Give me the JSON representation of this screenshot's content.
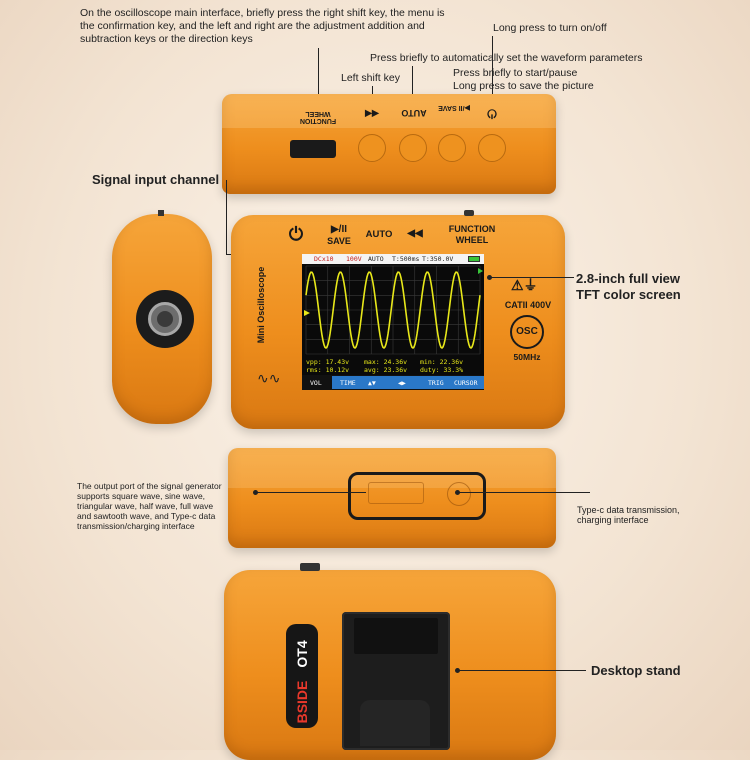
{
  "annotations": {
    "function_wheel_desc": "On the oscilloscope main interface, briefly press the right shift key, the menu is the confirmation key, and the left and right are the adjustment addition and subtraction keys or the direction keys",
    "power_desc": "Long press to turn on/off",
    "auto_desc": "Press briefly to automatically set the waveform parameters",
    "left_shift_desc": "Left shift key",
    "run_desc_1": "Press briefly to start/pause",
    "run_desc_2": "Long press to save the picture",
    "signal_input": "Signal input channel",
    "screen_desc_1": "2.8-inch full view",
    "screen_desc_2": "TFT color screen",
    "output_port_desc": "The output port of the signal generator supports square wave, sine wave, triangular wave, half wave, full wave and sawtooth wave, and Type-c data transmission/charging interface",
    "typec_desc_1": "Type-c data transmission,",
    "typec_desc_2": "charging interface",
    "stand_desc": "Desktop stand"
  },
  "top_view": {
    "function_wheel": "FUNCTION WHEEL",
    "left_shift": "◀◀",
    "auto": "AUTO",
    "run_save": "▶/II SAVE",
    "power": "⏻"
  },
  "front_panel": {
    "power_icon": "⏻",
    "run_label": "▶/II",
    "save_label": "SAVE",
    "auto_label": "AUTO",
    "left_shift_label": "◀◀",
    "function_label_1": "FUNCTION",
    "function_label_2": "WHEEL",
    "side_label": "Mini Oscilloscope",
    "catii": "CATII 400V",
    "osc": "OSC",
    "freq": "50MHz"
  },
  "screen": {
    "top_bar": [
      "DCx10",
      "100V",
      "AUTO",
      "T:500ms",
      "T:350.0V"
    ],
    "stats": {
      "vpp": "vpp: 17.43v",
      "max": "max: 24.36v",
      "min": "min: 22.36v",
      "rms": "rms: 10.12v",
      "avg": "avg: 23.36v",
      "duty": "duty: 33.3%"
    },
    "menu": [
      "VOL",
      "TIME",
      "▲▼",
      "◀▶",
      "TRIG",
      "CURSOR"
    ]
  },
  "stand": {
    "brand": "BSIDE",
    "model": "OT4"
  },
  "colors": {
    "body_orange": "#ee8e1d",
    "trace_yellow": "#e8e81a",
    "menu_blue": "#2a78c8"
  }
}
